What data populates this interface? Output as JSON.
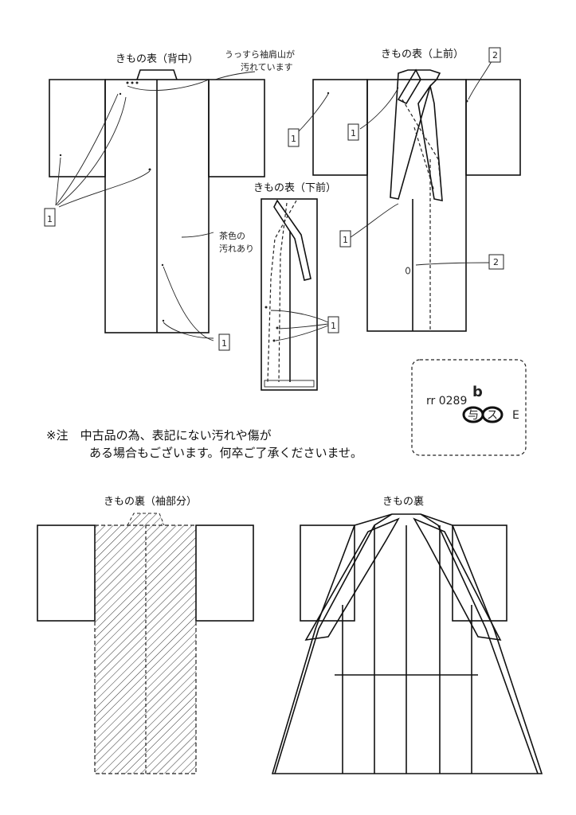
{
  "titles": {
    "back_center": "きもの表（背中）",
    "front_upper": "きもの表（上前）",
    "front_lower": "きもの表（下前）",
    "lining_sleeve": "きもの裏（袖部分）",
    "lining": "きもの裏"
  },
  "handwritten": {
    "shoulder_note_line1": "うっすら袖肩山が",
    "shoulder_note_line2": "汚れています",
    "tea_stain_line1": "茶色の",
    "tea_stain_line2": "汚れあり"
  },
  "markers": {
    "one": "1",
    "two": "2"
  },
  "notice": {
    "line1": "※注　中古品の為、表記にない汚れや傷が",
    "line2": "ある場合もございます。何卒ご了承くださいませ。"
  },
  "product_code": {
    "code": "rr 0289",
    "suffix": "b",
    "stamp1": "与",
    "stamp2": "ス",
    "grade": "E"
  }
}
